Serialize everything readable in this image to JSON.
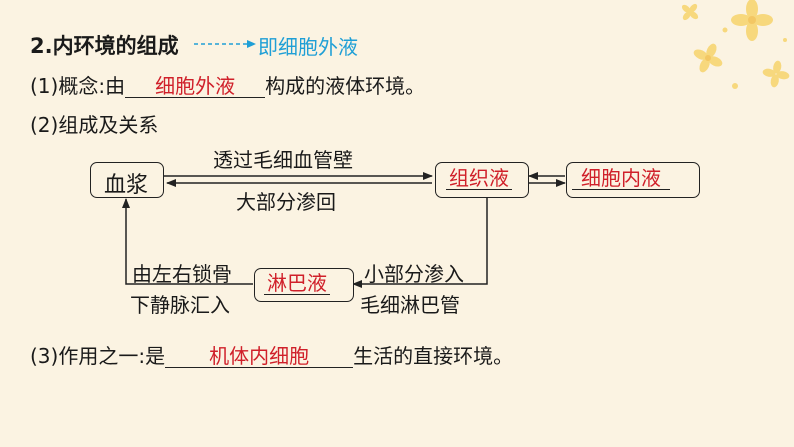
{
  "heading": {
    "number": "2",
    "title": ".内环境的组成"
  },
  "heading_note": "即细胞外液",
  "line1": {
    "prefix": "(1)概念:由",
    "answer": "细胞外液",
    "suffix": "构成的液体环境。"
  },
  "line2": "(2)组成及关系",
  "diagram": {
    "plasma": "血浆",
    "tissue_fluid": "组织液",
    "intracellular_fluid": "细胞内液",
    "lymph": "淋巴液",
    "label_top": "透过毛细血管壁",
    "label_return": "大部分渗回",
    "label_left_1": "由左右锁骨",
    "label_left_2": "下静脉汇入",
    "label_right_1": "小部分渗入",
    "label_right_2": "毛细淋巴管"
  },
  "line3": {
    "prefix": "(3)作用之一:是",
    "answer": "机体内细胞",
    "suffix": "生活的直接环境。"
  },
  "colors": {
    "answer": "#d0202a",
    "note": "#1f9fd6",
    "background": "#fbf3e2"
  }
}
